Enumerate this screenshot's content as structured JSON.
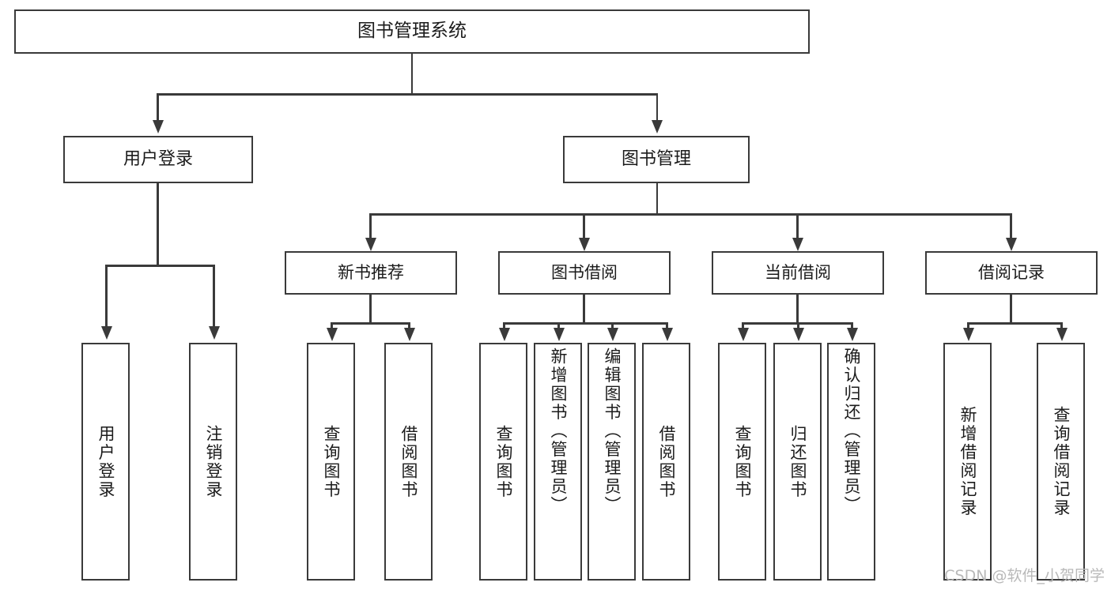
{
  "diagram": {
    "title": "图书管理系统",
    "type": "tree",
    "watermark": "CSDN @软件_小贺同学",
    "colors": {
      "stroke": "#3a3a3a",
      "fill": "#ffffff",
      "text": "#1b1b1b",
      "watermark": "#b9b9b9"
    },
    "root": {
      "label": "图书管理系统"
    },
    "level1": [
      {
        "label": "用户登录"
      },
      {
        "label": "图书管理"
      }
    ],
    "level2": [
      {
        "label": "新书推荐"
      },
      {
        "label": "图书借阅"
      },
      {
        "label": "当前借阅"
      },
      {
        "label": "借阅记录"
      }
    ],
    "leaves": {
      "user_login": [
        {
          "label": "用户登录"
        },
        {
          "label": "注销登录"
        }
      ],
      "new_book_recommend": [
        {
          "label": "查询图书"
        },
        {
          "label": "借阅图书"
        }
      ],
      "book_borrow": [
        {
          "label": "查询图书"
        },
        {
          "label": "新增图书（管理员）"
        },
        {
          "label": "编辑图书（管理员）"
        },
        {
          "label": "借阅图书"
        }
      ],
      "current_borrow": [
        {
          "label": "查询图书"
        },
        {
          "label": "归还图书"
        },
        {
          "label": "确认归还（管理员）"
        }
      ],
      "borrow_record": [
        {
          "label": "新增借阅记录"
        },
        {
          "label": "查询借阅记录"
        }
      ]
    }
  }
}
